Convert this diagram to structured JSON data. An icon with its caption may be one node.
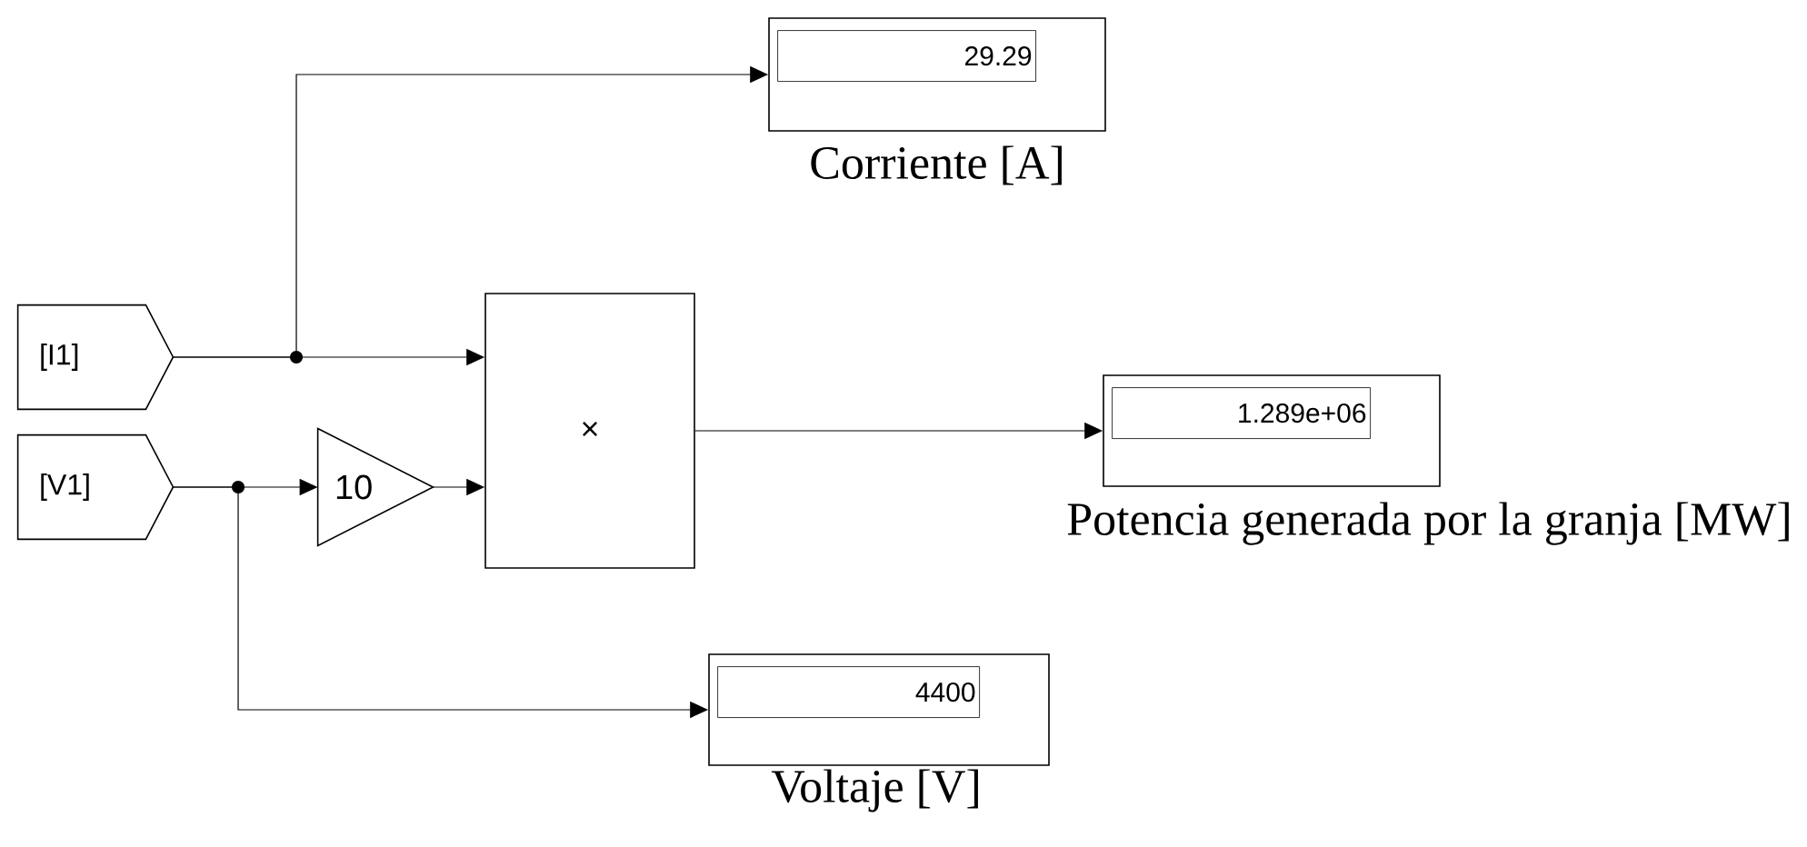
{
  "diagram": {
    "nodes": [
      {
        "text": [
          "[I1]"
        ]
      },
      {
        "text": [
          "[V1]"
        ]
      },
      {
        "text": [
          "10"
        ]
      },
      {
        "text": [
          "×"
        ]
      },
      {
        "text": [
          "29.29"
        ],
        "beside": [
          "Corriente [A]"
        ]
      },
      {
        "text": [
          "1.289e+06"
        ],
        "beside": [
          "Potencia generada por la granja [MW]"
        ]
      },
      {
        "text": [
          "4400"
        ],
        "beside": [
          "Voltaje [V]"
        ]
      }
    ],
    "edges": [
      {
        "from": 0,
        "to": 4,
        "arrow": "to"
      },
      {
        "from": 0,
        "to": 3,
        "arrow": "to"
      },
      {
        "from": 1,
        "to": 2,
        "arrow": "to"
      },
      {
        "from": 1,
        "to": 6,
        "arrow": "to"
      },
      {
        "from": 2,
        "to": 3,
        "arrow": "to"
      },
      {
        "from": 3,
        "to": 5,
        "arrow": "to"
      }
    ]
  }
}
